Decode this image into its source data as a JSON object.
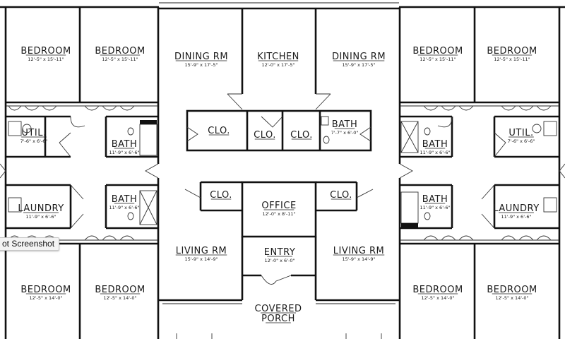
{
  "rooms": [
    {
      "id": "bedroom-ul1",
      "name": "BEDROOM",
      "dims": "12'-5\" x 15'-11\""
    },
    {
      "id": "bedroom-ul2",
      "name": "BEDROOM",
      "dims": "12'-5\" x 15'-11\""
    },
    {
      "id": "dining-left",
      "name": "DINING RM",
      "dims": "15'-9\" x 17'-5\""
    },
    {
      "id": "kitchen",
      "name": "KITCHEN",
      "dims": "12'-0\" x 17'-5\""
    },
    {
      "id": "dining-right",
      "name": "DINING RM",
      "dims": "15'-9\" x 17'-5\""
    },
    {
      "id": "bedroom-ur1",
      "name": "BEDROOM",
      "dims": "12'-5\" x 15'-11\""
    },
    {
      "id": "bedroom-ur2",
      "name": "BEDROOM",
      "dims": "12'-5\" x 15'-11\""
    },
    {
      "id": "util-left",
      "name": "UTIL.",
      "dims": "7'-6\" x 6'-6\""
    },
    {
      "id": "bath-ul",
      "name": "BATH",
      "dims": "11'-9\" x 6'-6\""
    },
    {
      "id": "clo-1",
      "name": "CLO.",
      "dims": ""
    },
    {
      "id": "clo-2",
      "name": "CLO.",
      "dims": ""
    },
    {
      "id": "clo-3",
      "name": "CLO.",
      "dims": ""
    },
    {
      "id": "bath-center",
      "name": "BATH",
      "dims": "7'-7\" x 6'-0\""
    },
    {
      "id": "bath-ur",
      "name": "BATH",
      "dims": "11'-9\" x 6'-6\""
    },
    {
      "id": "util-right",
      "name": "UTIL.",
      "dims": "7'-6\" x 6'-6\""
    },
    {
      "id": "laundry-left",
      "name": "LAUNDRY",
      "dims": "11'-9\" x 6'-6\""
    },
    {
      "id": "bath-ll",
      "name": "BATH",
      "dims": "11'-9\" x 6'-6\""
    },
    {
      "id": "clo-4",
      "name": "CLO.",
      "dims": ""
    },
    {
      "id": "office",
      "name": "OFFICE",
      "dims": "12'-0\" x 8'-11\""
    },
    {
      "id": "clo-5",
      "name": "CLO.",
      "dims": ""
    },
    {
      "id": "bath-lr",
      "name": "BATH",
      "dims": "11'-9\" x 6'-6\""
    },
    {
      "id": "laundry-right",
      "name": "LAUNDRY",
      "dims": "11'-9\" x 6'-6\""
    },
    {
      "id": "living-left",
      "name": "LIVING RM",
      "dims": "15'-9\" x 14'-9\""
    },
    {
      "id": "entry",
      "name": "ENTRY",
      "dims": "12'-0\" x 6'-0\""
    },
    {
      "id": "living-right",
      "name": "LIVING RM",
      "dims": "15'-9\" x 14'-9\""
    },
    {
      "id": "bedroom-ll1",
      "name": "BEDROOM",
      "dims": "12'-5\" x 14'-0\""
    },
    {
      "id": "bedroom-ll2",
      "name": "BEDROOM",
      "dims": "12'-5\" x 14'-0\""
    },
    {
      "id": "bedroom-lr1",
      "name": "BEDROOM",
      "dims": "12'-5\" x 14'-0\""
    },
    {
      "id": "bedroom-lr2",
      "name": "BEDROOM",
      "dims": "12'-5\" x 14'-0\""
    },
    {
      "id": "porch-1",
      "name": "COVERED",
      "dims": ""
    },
    {
      "id": "porch-2",
      "name": "PORCH",
      "dims": ""
    }
  ],
  "tooltip": {
    "text": "ot Screenshot"
  }
}
